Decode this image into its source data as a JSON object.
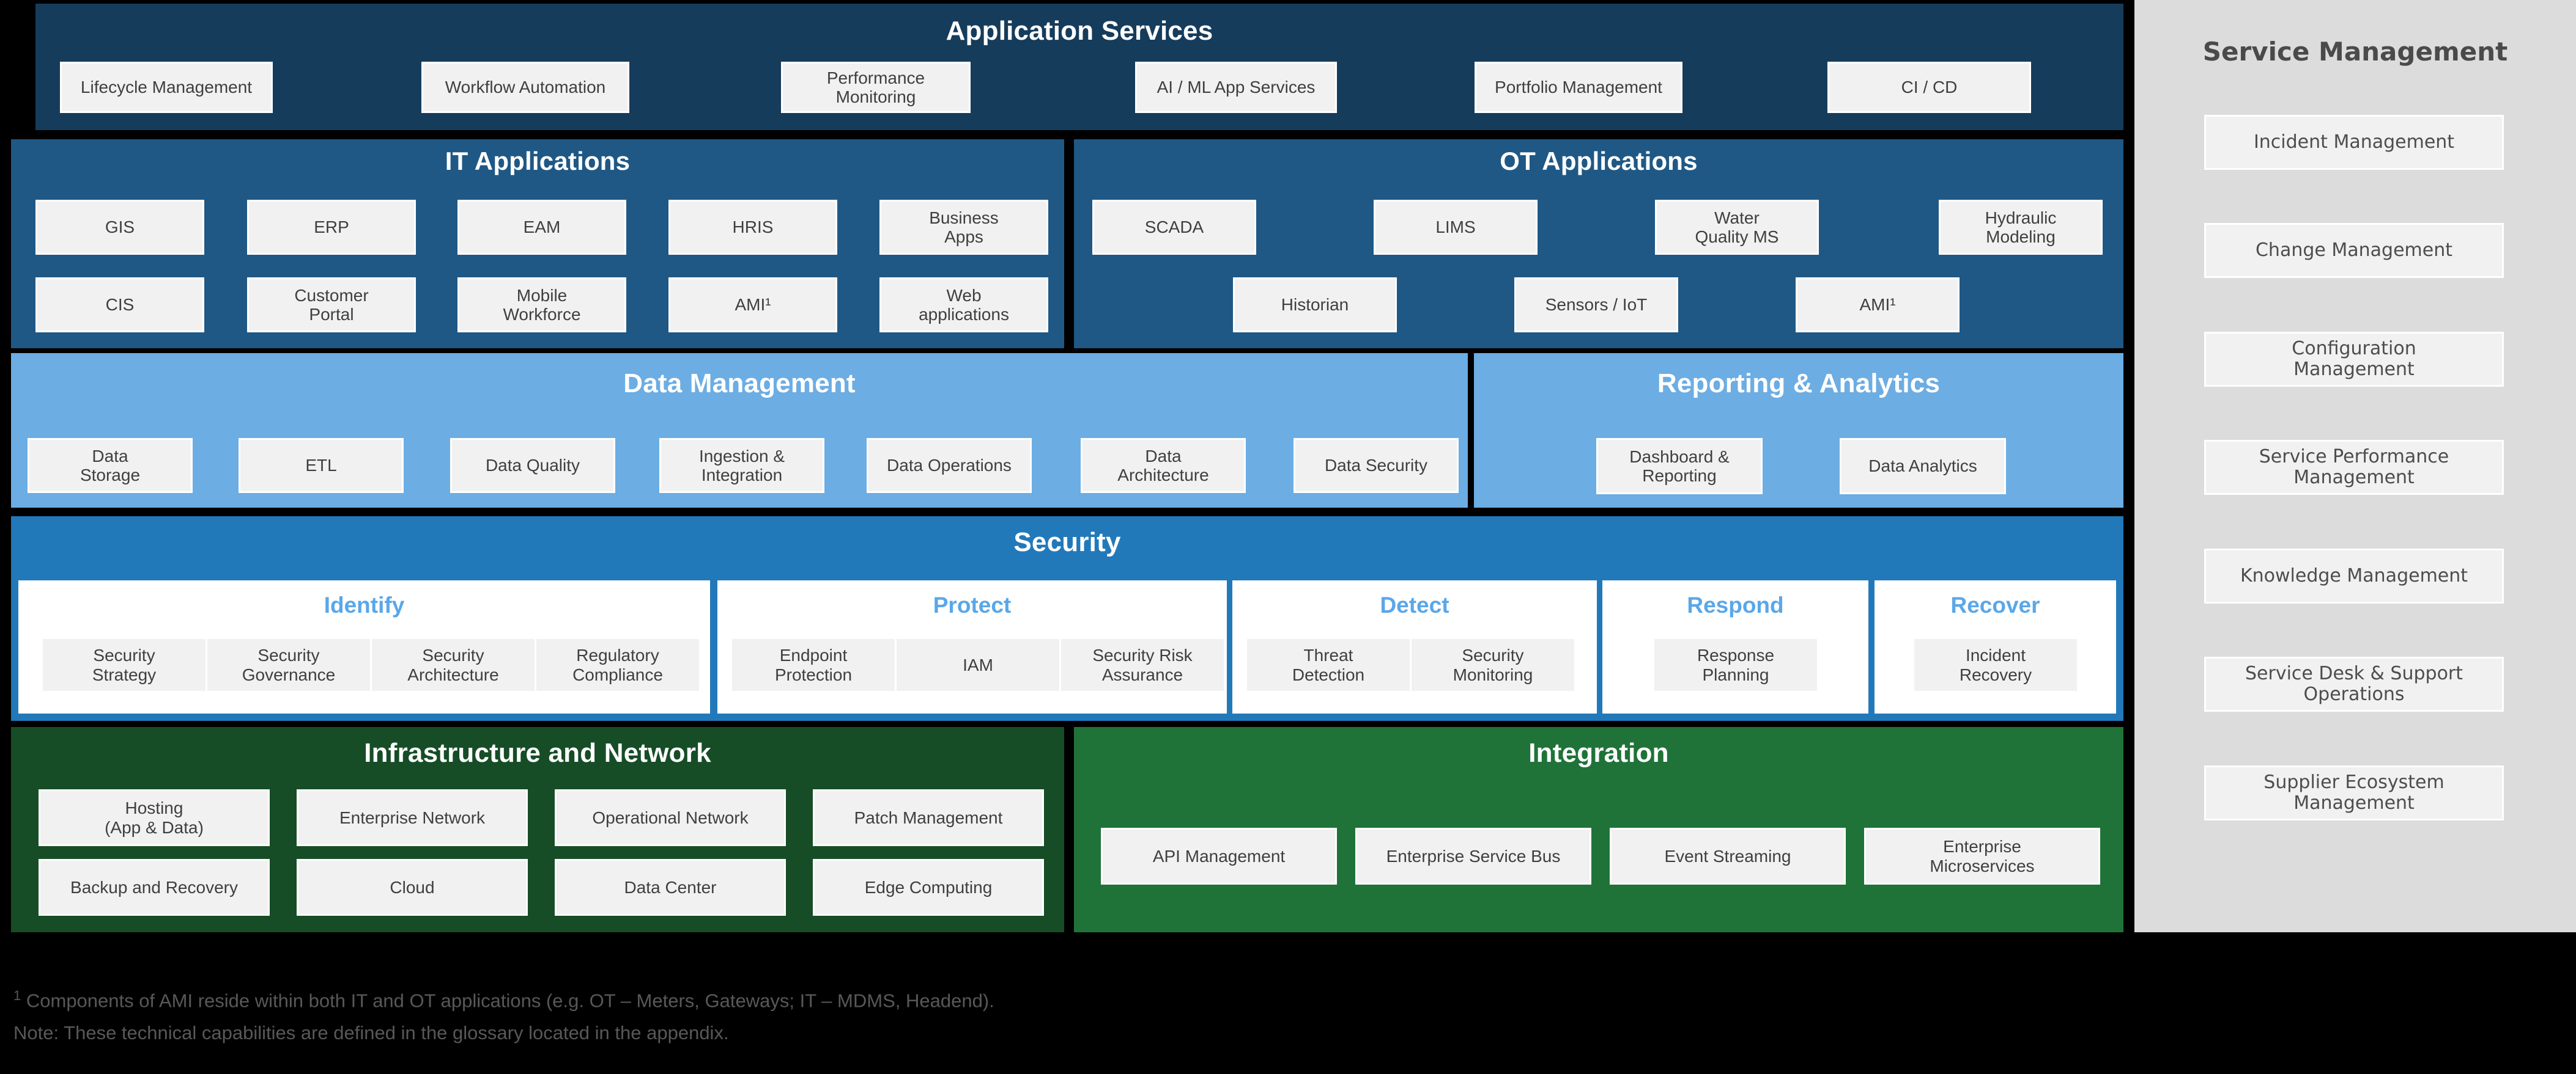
{
  "sections": {
    "application_services": {
      "title": "Application Services",
      "color": "#163c5c",
      "items": [
        "Lifecycle Management",
        "Workflow Automation",
        "Performance\nMonitoring",
        "AI / ML App Services",
        "Portfolio Management",
        "CI / CD"
      ]
    },
    "it_applications": {
      "title": "IT Applications",
      "color": "#1f5885",
      "row1": [
        "GIS",
        "ERP",
        "EAM",
        "HRIS",
        "Business\nApps"
      ],
      "row2": [
        "CIS",
        "Customer\nPortal",
        "Mobile\nWorkforce",
        "AMI¹",
        "Web\napplications"
      ]
    },
    "ot_applications": {
      "title": "OT Applications",
      "color": "#1f5885",
      "row1": [
        "SCADA",
        "LIMS",
        "Water\nQuality MS",
        "Hydraulic\nModeling"
      ],
      "row2": [
        "Historian",
        "Sensors / IoT",
        "AMI¹"
      ]
    },
    "data_management": {
      "title": "Data Management",
      "color": "#6cadE3",
      "items": [
        "Data\nStorage",
        "ETL",
        "Data Quality",
        "Ingestion &\nIntegration",
        "Data Operations",
        "Data\nArchitecture",
        "Data Security"
      ]
    },
    "reporting_analytics": {
      "title": "Reporting & Analytics",
      "color": "#6cadE3",
      "items": [
        "Dashboard &\nReporting",
        "Data Analytics"
      ]
    },
    "security": {
      "title": "Security",
      "color": "#2279b9",
      "accent": "#5aa7e8",
      "columns": [
        {
          "title": "Identify",
          "items": [
            "Security\nStrategy",
            "Security\nGovernance",
            "Security\nArchitecture",
            "Regulatory\nCompliance"
          ]
        },
        {
          "title": "Protect",
          "items": [
            "Endpoint\nProtection",
            "IAM",
            "Security Risk\nAssurance"
          ]
        },
        {
          "title": "Detect",
          "items": [
            "Threat\nDetection",
            "Security\nMonitoring"
          ]
        },
        {
          "title": "Respond",
          "items": [
            "Response\nPlanning"
          ]
        },
        {
          "title": "Recover",
          "items": [
            "Incident\nRecovery"
          ]
        }
      ]
    },
    "infrastructure_network": {
      "title": "Infrastructure and Network",
      "color": "#164d26",
      "row1": [
        "Hosting\n(App & Data)",
        "Enterprise Network",
        "Operational Network",
        "Patch Management"
      ],
      "row2": [
        "Backup and Recovery",
        "Cloud",
        "Data Center",
        "Edge Computing"
      ]
    },
    "integration": {
      "title": "Integration",
      "color": "#1f7338",
      "items": [
        "API Management",
        "Enterprise Service Bus",
        "Event Streaming",
        "Enterprise\nMicroservices"
      ]
    }
  },
  "sidebar": {
    "title": "Service Management",
    "background": "#dcdcdc",
    "items": [
      "Incident Management",
      "Change Management",
      "Configuration\nManagement",
      "Service Performance\nManagement",
      "Knowledge Management",
      "Service Desk & Support\nOperations",
      "Supplier Ecosystem\nManagement"
    ]
  },
  "footnotes": {
    "marker": "1",
    "line1": " Components of AMI reside within both IT and OT applications (e.g. OT – Meters, Gateways; IT – MDMS, Headend).",
    "line2": "Note: These technical capabilities are defined in the glossary located in the appendix."
  }
}
